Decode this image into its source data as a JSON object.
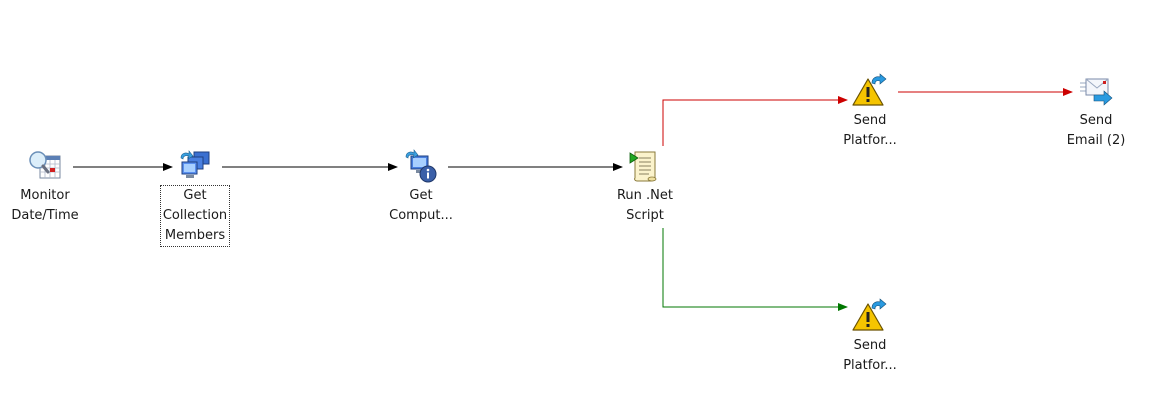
{
  "workflow": {
    "activities": [
      {
        "id": "monitor",
        "label": "Monitor\nDate/Time",
        "icon": "calendar-clock-icon"
      },
      {
        "id": "getcoll",
        "label": "Get\nCollection\nMembers",
        "icon": "computers-group-icon",
        "selected": true
      },
      {
        "id": "getcomp",
        "label": "Get\nComput...",
        "icon": "computer-info-icon"
      },
      {
        "id": "runnet",
        "label": "Run .Net\nScript",
        "icon": "script-scroll-icon"
      },
      {
        "id": "sendplat1",
        "label": "Send\nPlatfor...",
        "icon": "warning-send-icon"
      },
      {
        "id": "sendemail",
        "label": "Send\nEmail (2)",
        "icon": "email-send-icon"
      },
      {
        "id": "sendplat2",
        "label": "Send\nPlatfor...",
        "icon": "warning-send-icon"
      }
    ],
    "link_colors": {
      "default": "#000000",
      "failure": "#cc0000",
      "success": "#007700"
    }
  }
}
